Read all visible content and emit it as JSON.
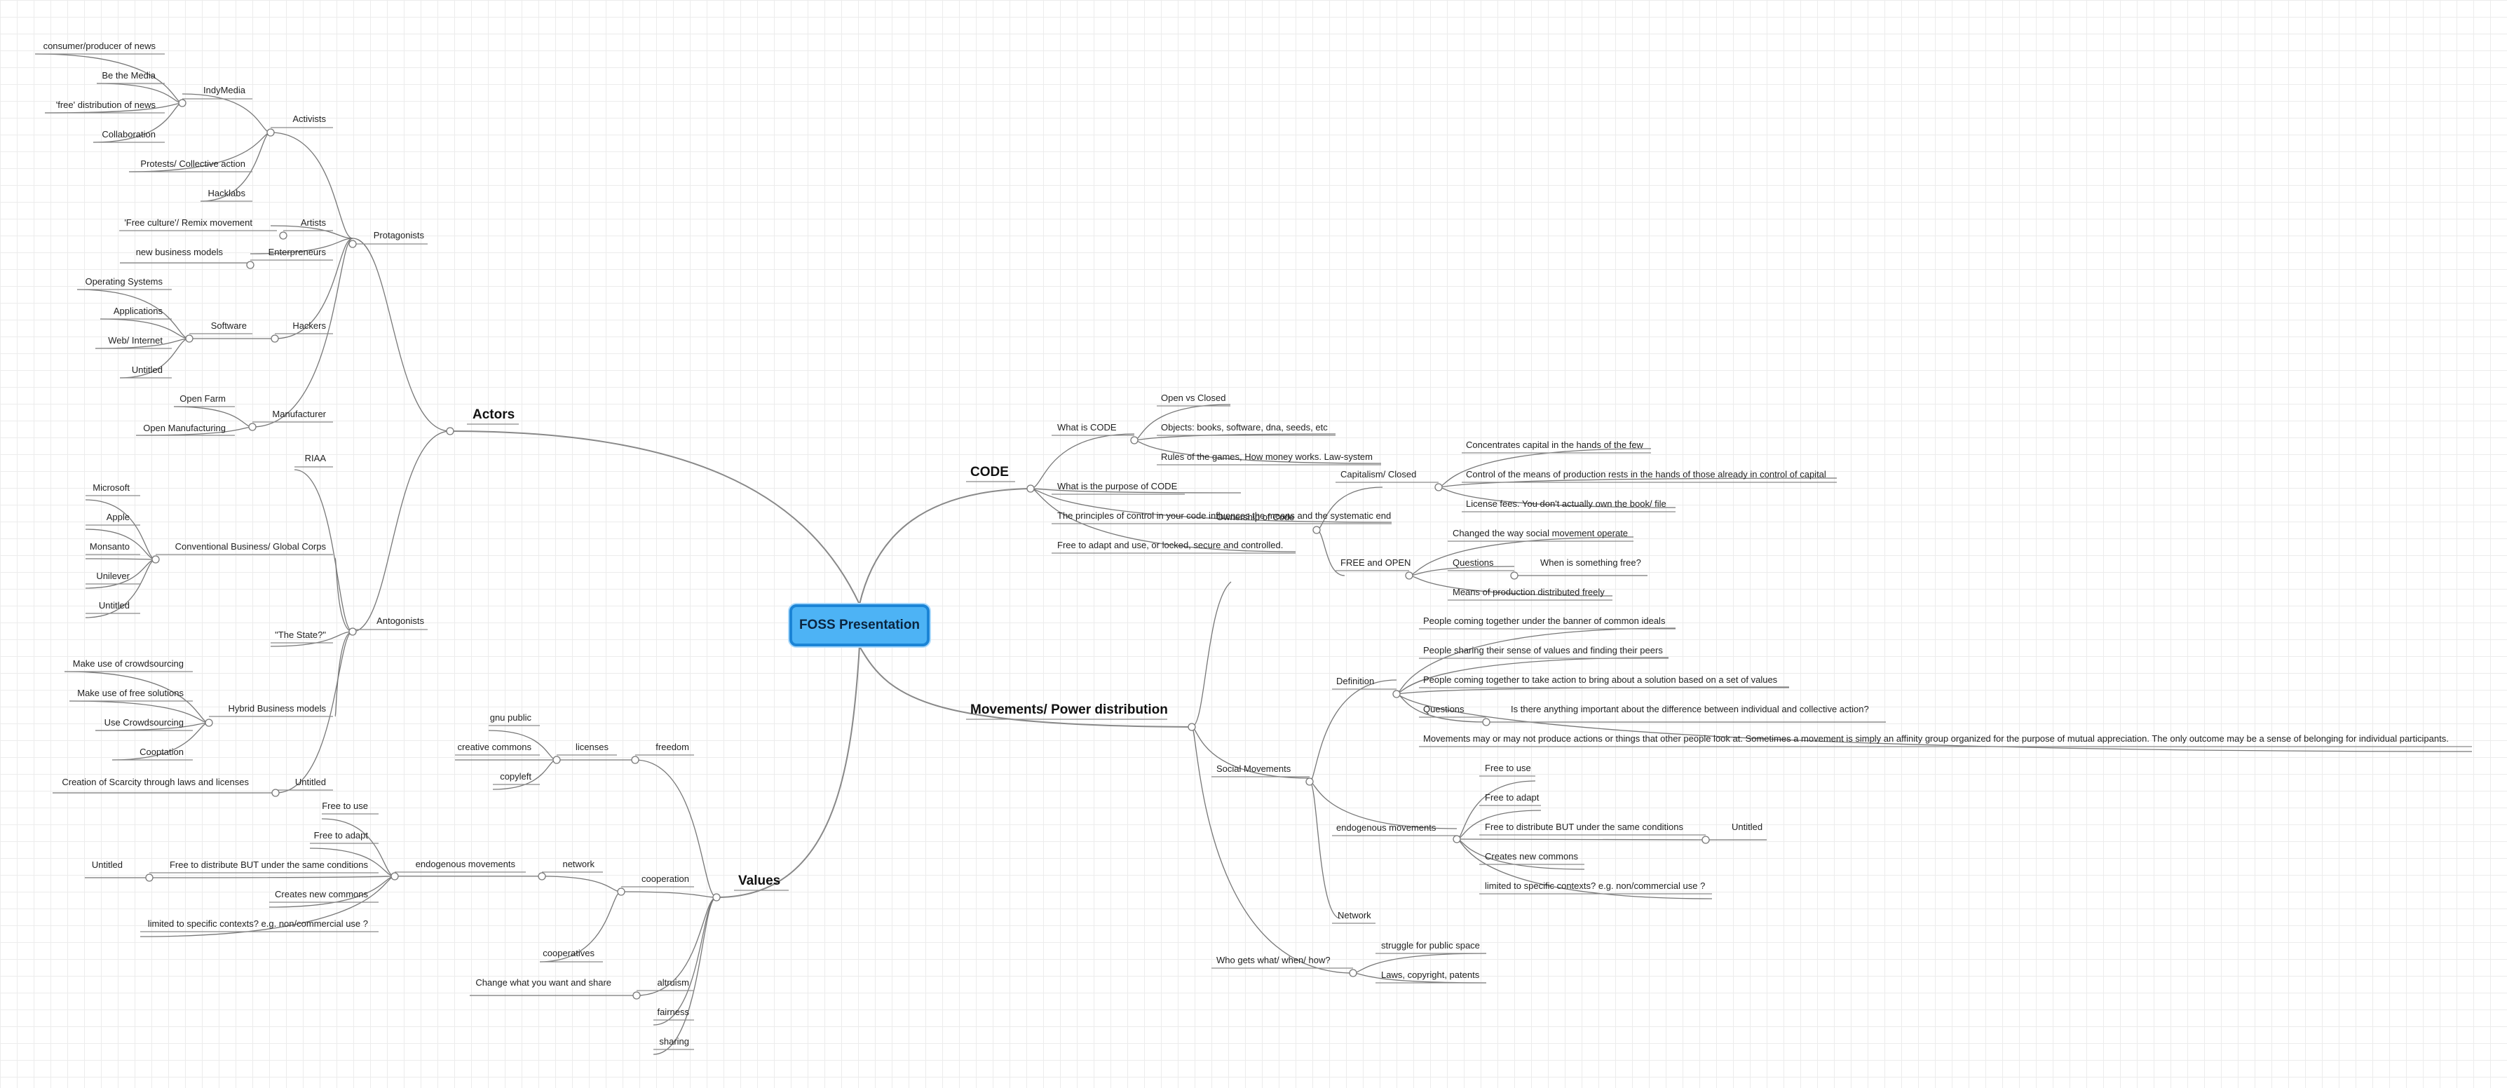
{
  "root": "FOSS Presentation",
  "actors": {
    "label": "Actors",
    "protagonists": {
      "label": "Protagonists",
      "activists": {
        "label": "Activists",
        "indymedia": {
          "label": "IndyMedia",
          "items": [
            "consumer/producer of news",
            "Be the Media",
            "'free' distribution of news",
            "Collaboration"
          ]
        },
        "items": [
          "Protests/ Collective action",
          "Hacklabs"
        ]
      },
      "artists": {
        "label": "Artists",
        "items": [
          "'Free culture'/ Remix movement"
        ]
      },
      "enterpreneurs": {
        "label": "Enterpreneurs",
        "items": [
          "new business models"
        ]
      },
      "hackers": {
        "label": "Hackers",
        "software": {
          "label": "Software",
          "items": [
            "Operating Systems",
            "Applications",
            "Web/ Internet",
            "Untitled"
          ]
        }
      },
      "manufacturer": {
        "label": "Manufacturer",
        "items": [
          "Open Farm",
          "Open Manufacturing"
        ]
      }
    },
    "antagonists": {
      "label": "Antogonists",
      "riaa": "RIAA",
      "corps": {
        "label": "Conventional Business/ Global Corps",
        "items": [
          "Microsoft",
          "Apple",
          "Monsanto",
          "Unilever",
          "Untitled"
        ]
      },
      "state": "\"The State?\"",
      "hybrid": {
        "label": "Hybrid Business models",
        "items": [
          "Make use of crowdsourcing",
          "Make use of free solutions",
          "Use Crowdsourcing",
          "Cooptation"
        ]
      },
      "untitled": {
        "label": "Untitled",
        "items": [
          "Creation of Scarcity through laws and licenses"
        ]
      }
    }
  },
  "values": {
    "label": "Values",
    "freedom": {
      "label": "freedom",
      "licenses": {
        "label": "licenses",
        "items": [
          "gnu public",
          "creative commons",
          "copyleft"
        ]
      }
    },
    "cooperation": {
      "label": "cooperation",
      "network": {
        "label": "network",
        "endogenous": {
          "label": "endogenous movements",
          "free_to_use": "Free to use",
          "free_to_adapt": "Free to adapt",
          "free_to_distribute": "Free to distribute BUT under the same conditions",
          "distribute_child": "Untitled",
          "creates_commons": "Creates new commons",
          "limited": "limited to specific contexts? e.g. non/commercial use ?"
        }
      },
      "cooperatives": "cooperatives"
    },
    "altruism": {
      "label": "altruism",
      "items": [
        "Change what you want and share"
      ]
    },
    "fairness": "fairness",
    "sharing": "sharing"
  },
  "code": {
    "label": "CODE",
    "what_is": {
      "label": "What is CODE",
      "items": [
        "Open vs Closed",
        "Objects: books, software, dna, seeds, etc",
        "Rules of the games, How money works. Law-system"
      ]
    },
    "purpose": "What is the purpose of CODE",
    "principles": "The principles of control in your code influences the means and the systematic end",
    "free_adapt": "Free to adapt and use, or locked, secure and controlled.",
    "ownership": {
      "label": "Ownership of Code",
      "capitalism": {
        "label": "Capitalism/ Closed",
        "items": [
          "Concentrates capital in the hands of the few",
          "Control of the means of production rests in the hands of those already in control of capital",
          "License fees. You don't actually own the book/ file"
        ]
      },
      "free_open": {
        "label": "FREE and OPEN",
        "changed": "Changed the way social movement operate",
        "questions": {
          "label": "Questions",
          "items": [
            "When is something free?"
          ]
        },
        "means": "Means of production distributed freely"
      }
    }
  },
  "movements": {
    "label": "Movements/ Power distribution",
    "social": {
      "label": "Social Movements",
      "definition": {
        "label": "Definition",
        "d1": "People coming together under the banner of common ideals",
        "d2": "People sharing their sense of values and finding their peers",
        "d3": "People coming together to take action to bring about a solution based on a set of values",
        "questions": {
          "label": "Questions",
          "items": [
            "Is there anything important about the difference between individual and collective action?"
          ]
        },
        "d5": "Movements may or may not produce actions or things that other people look at.  Sometimes a movement is simply an affinity group organized for the purpose of mutual appreciation.  The only outcome may be a sense of belonging for individual participants."
      },
      "endogenous": {
        "label": "endogenous movements",
        "free_to_use": "Free to use",
        "free_to_adapt": "Free to adapt",
        "free_to_distribute": "Free to distribute BUT under the same conditions",
        "distribute_child": "Untitled",
        "creates_commons": "Creates new commons",
        "limited": "limited to specific contexts? e.g. non/commercial use ?"
      },
      "network": "Network"
    },
    "who_gets": {
      "label": "Who gets what/ when/ how?",
      "items": [
        "struggle for public space",
        "Laws, copyright, patents"
      ]
    }
  }
}
